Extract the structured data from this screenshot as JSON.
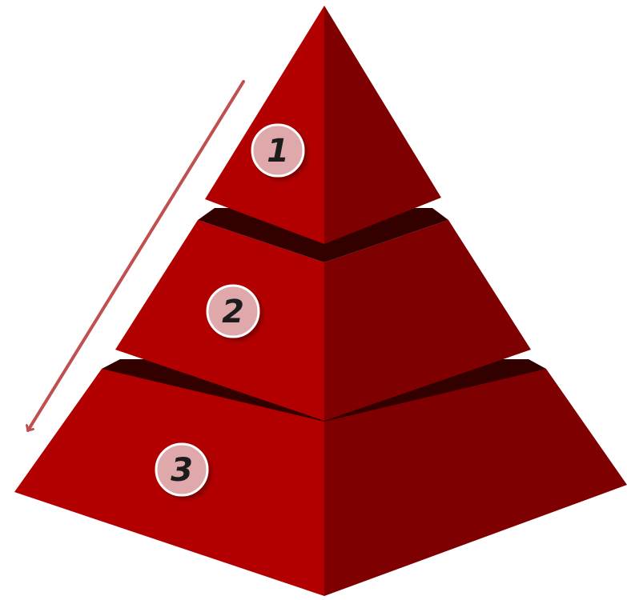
{
  "diagram": {
    "type": "pyramid",
    "tiers": [
      {
        "id": "tier-1",
        "label": "1"
      },
      {
        "id": "tier-2",
        "label": "2"
      },
      {
        "id": "tier-3",
        "label": "3"
      }
    ],
    "arrow_direction": "down-left",
    "colors": {
      "face_left": "#b20000",
      "face_right": "#7f0000",
      "gap_shadow": "#330000",
      "badge_fill": "#dfa9ab",
      "badge_stroke": "#ffffff",
      "badge_text": "#1c1c1c",
      "arrow": "#c05050"
    }
  }
}
